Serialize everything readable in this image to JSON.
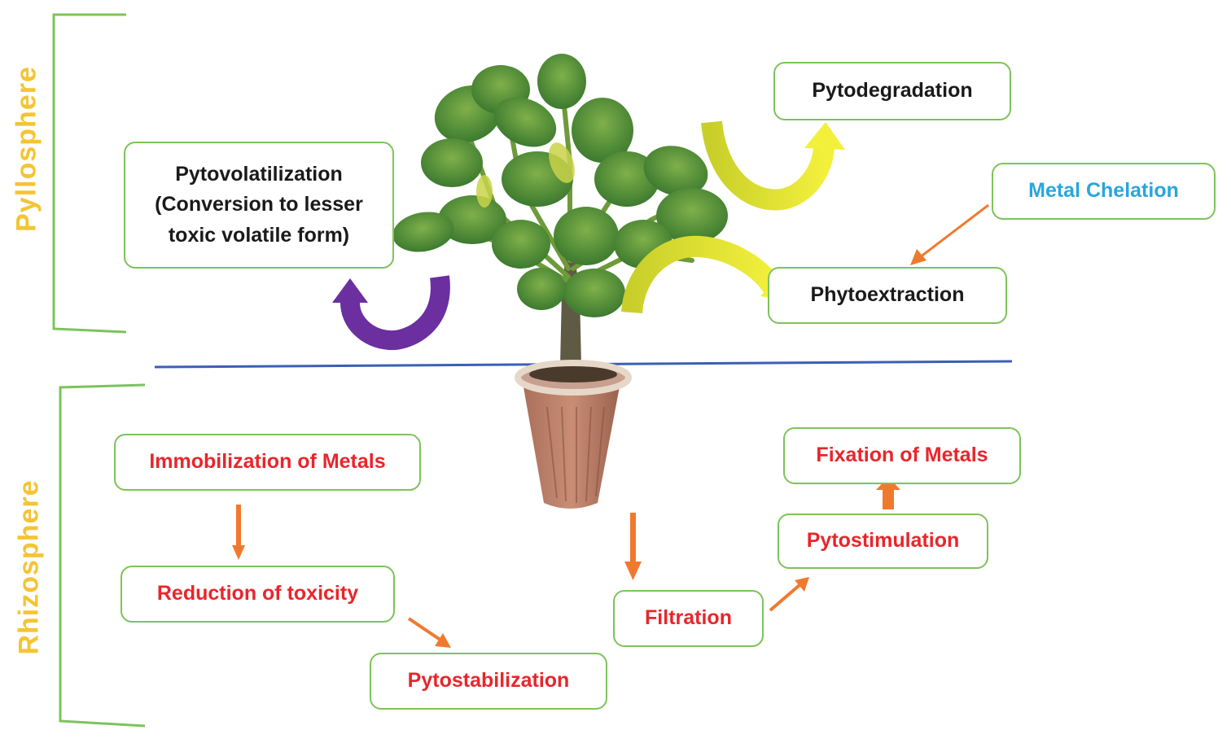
{
  "regions": {
    "upper": "Pyllosphere",
    "lower": "Rhizosphere"
  },
  "upper_boxes": {
    "pytovolatilization_line1": "Pytovolatilization",
    "pytovolatilization_line2": "(Conversion to lesser",
    "pytovolatilization_line3": "toxic volatile form)",
    "pytodegradation": "Pytodegradation",
    "metal_chelation": "Metal Chelation",
    "phytoextraction": "Phytoextraction"
  },
  "lower_boxes": {
    "immobilization": "Immobilization of Metals",
    "reduction": "Reduction of toxicity",
    "pytostabilization": "Pytostabilization",
    "filtration": "Filtration",
    "pytostimulation": "Pytostimulation",
    "fixation": "Fixation of Metals"
  },
  "colors": {
    "bracket_and_border": "#7dc35a",
    "region_label": "#f5c433",
    "ground_line": "#3b5fb5",
    "arrow_orange": "#ef7a2e",
    "arrow_yellow": "#e6e838",
    "arrow_purple": "#6b2fa0",
    "text_red": "#e8262b",
    "text_blue": "#2aa5dc"
  }
}
